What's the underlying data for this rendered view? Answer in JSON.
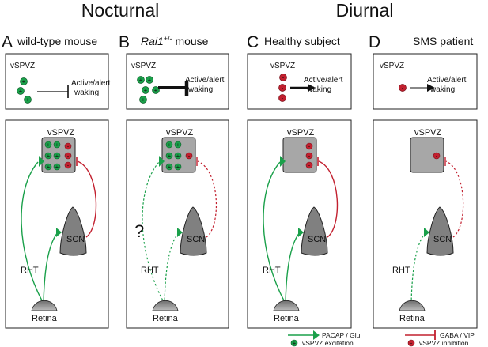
{
  "headers": {
    "nocturnal": "Nocturnal",
    "diurnal": "Diurnal"
  },
  "panels": [
    {
      "letter": "A",
      "title": "wild-type mouse"
    },
    {
      "letter": "B",
      "title_italic": "Rai1",
      "title_sup": "+/-",
      "title_rest": " mouse"
    },
    {
      "letter": "C",
      "title": "Healthy subject"
    },
    {
      "letter": "D",
      "title": "SMS patient"
    }
  ],
  "top_box": {
    "region": "vSPVZ",
    "target_line1": "Active/alert",
    "target_line2": "waking"
  },
  "bottom_box": {
    "vspvz": "vSPVZ",
    "scn": "SCN",
    "rht": "RHT",
    "retina": "Retina",
    "unknown_mark": "?"
  },
  "legend": {
    "green_line": "PACAP / Glu",
    "green_dot": "vSPVZ excitation",
    "red_line": "GABA / VIP",
    "red_dot": "vSPVZ inhibition"
  },
  "cell_symbols": {
    "plus": "+",
    "minus": "-"
  },
  "colors": {
    "green": "#1aa04a",
    "red": "#c2202f",
    "gray": "#a7a7a7",
    "dark_gray": "#808080"
  }
}
